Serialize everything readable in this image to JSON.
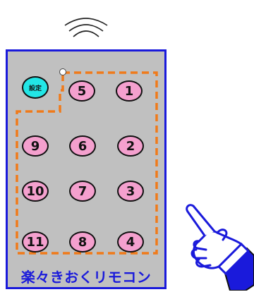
{
  "remote": {
    "setting_label": "設定",
    "buttons": [
      "5",
      "1",
      "9",
      "6",
      "2",
      "10",
      "7",
      "3",
      "11",
      "8",
      "4"
    ],
    "brand": "楽々きおくリモコン"
  },
  "colors": {
    "body": "#c0c0c0",
    "border": "#1a1adb",
    "button": "#f4a0ce",
    "setting_button": "#22e6e6",
    "group_outline": "#f07a1a"
  },
  "icons": {
    "signal": "signal-waves-icon",
    "hand": "pointing-hand-icon"
  }
}
